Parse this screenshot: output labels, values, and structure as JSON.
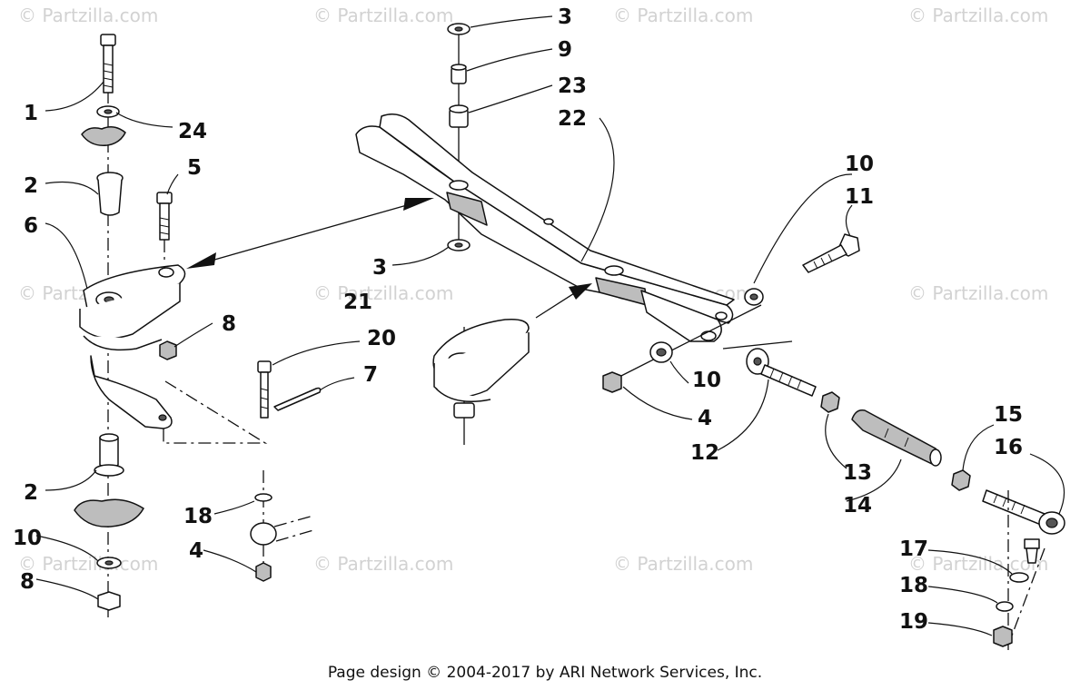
{
  "watermark": {
    "text": "© Partzilla.com"
  },
  "callouts": [
    "1",
    "24",
    "2",
    "5",
    "6",
    "8",
    "2",
    "10",
    "8",
    "18",
    "4",
    "20",
    "7",
    "3",
    "9",
    "23",
    "22",
    "3",
    "21",
    "10",
    "11",
    "10",
    "4",
    "12",
    "13",
    "14",
    "15",
    "16",
    "17",
    "18",
    "19"
  ],
  "footer": {
    "text": "Page design © 2004-2017 by ARI Network Services, Inc."
  }
}
